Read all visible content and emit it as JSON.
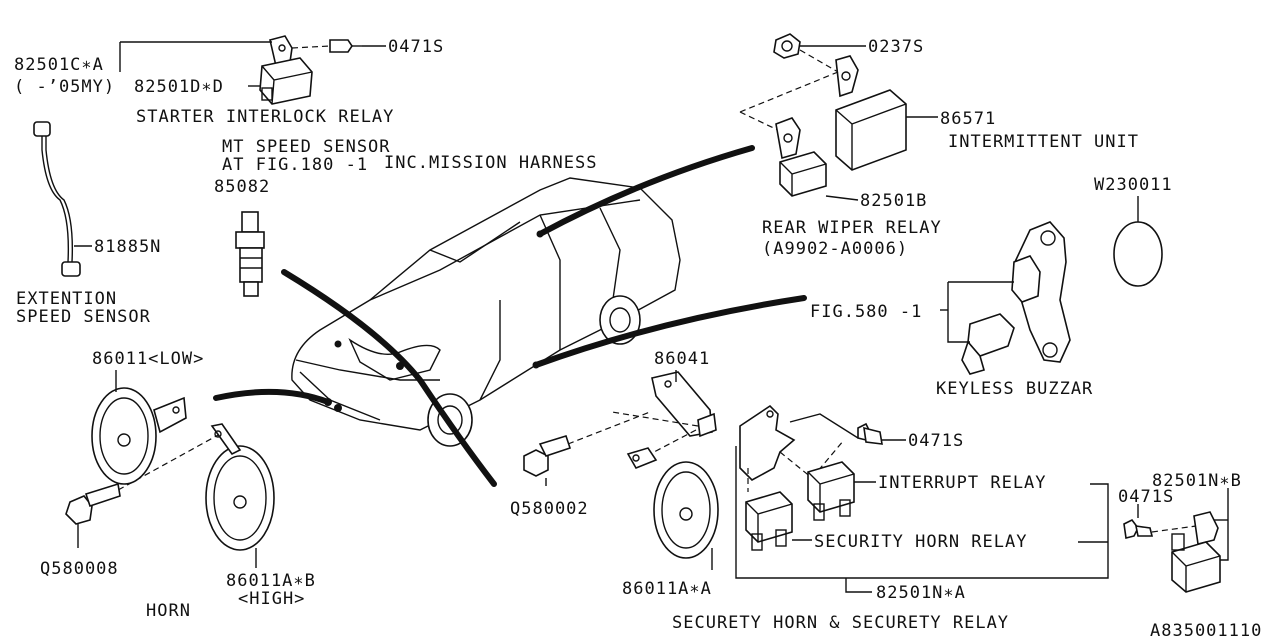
{
  "labels": {
    "relay_starter_c": "82501C∗A",
    "relay_starter_c_note": "(  -’05MY)",
    "relay_starter_d": "82501D∗D",
    "bolt_top": "0471S",
    "starter_relay_name": "STARTER INTERLOCK RELAY",
    "nut_top": "0237S",
    "intermittent_part": "86571",
    "intermittent_name": "INTERMITTENT UNIT",
    "mt_speed_sensor": "MT SPEED SENSOR",
    "at_fig": "AT FIG.180 -1",
    "inc_mission": "INC.MISSION HARNESS",
    "sensor_part": "85082",
    "rear_wiper_part": "82501B",
    "rear_wiper_name": "REAR WIPER RELAY",
    "rear_wiper_range": "(A9902-A0006)",
    "grommet_part": "W230011",
    "ext_sensor_part": "81885N",
    "ext_sensor_name_1": "EXTENTION",
    "ext_sensor_name_2": "SPEED SENSOR",
    "fig580": "FIG.580 -1",
    "keyless_buzzar": "KEYLESS BUZZAR",
    "horn_low": "86011<LOW>",
    "horn_bracket": "86041",
    "bolt_mid": "0471S",
    "interrupt_relay": "INTERRUPT RELAY",
    "relay_nb": "82501N∗B",
    "bolt_right": "0471S",
    "security_horn_relay": "SECURITY HORN RELAY",
    "bolt_horn": "Q580008",
    "bolt_q2": "Q580002",
    "horn_high_part": "86011A∗B",
    "horn_high": "<HIGH>",
    "sec_horn_part": "86011A∗A",
    "relay_na": "82501N∗A",
    "horn_name": "HORN",
    "securety_name": "SECURETY HORN & SECURETY RELAY",
    "diagram_id": "A835001110"
  }
}
